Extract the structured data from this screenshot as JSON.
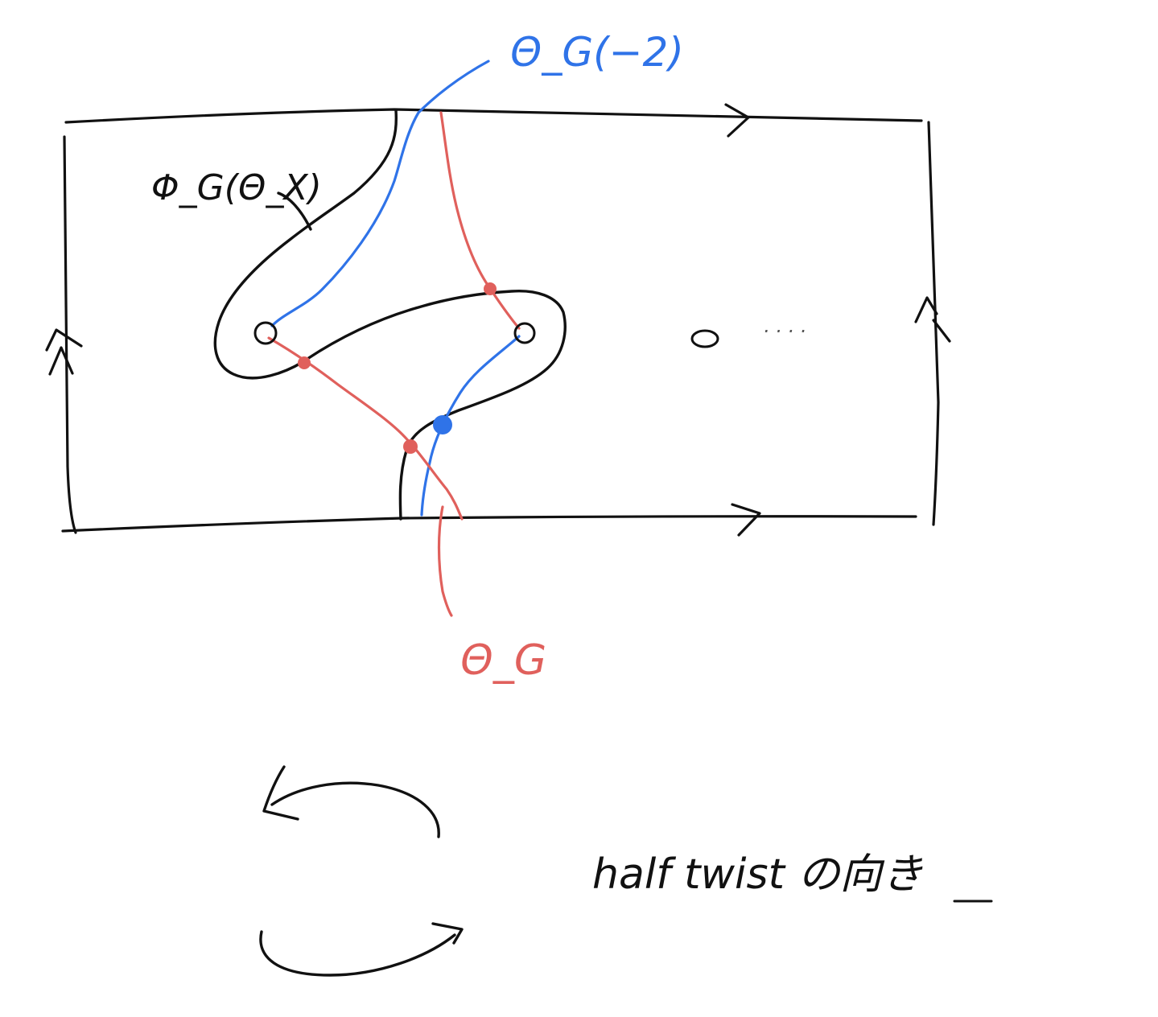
{
  "labels": {
    "theta_g_shift": "Θ_G(−2)",
    "phi_g_theta_x": "Φ_G(Θ_X)",
    "theta_g": "Θ_G",
    "ellipsis": "· · · ·",
    "caption": "half twist の向き"
  },
  "colors": {
    "black": "#111111",
    "blue": "#2f73e8",
    "red": "#e0605c"
  },
  "icons": {
    "rectangle_gluing_arrows": "arrowhead",
    "twist_arrows": "curved-arrow"
  }
}
